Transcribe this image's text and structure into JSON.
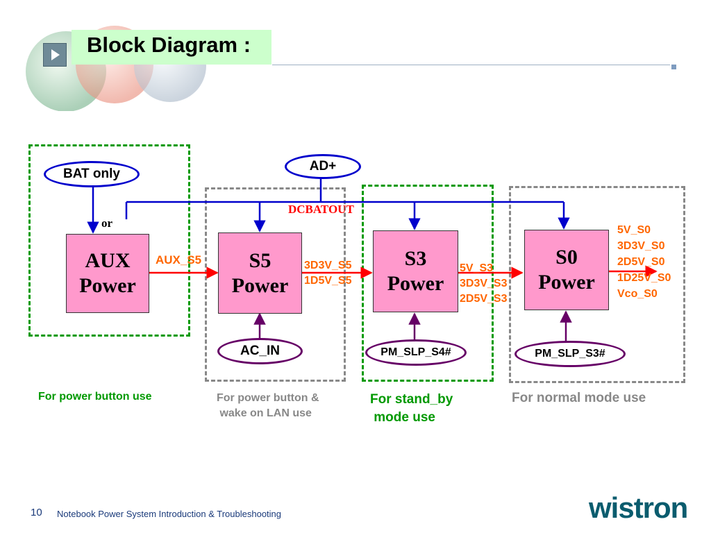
{
  "slide": {
    "title": "Block Diagram :",
    "page_number": "10",
    "footer_text": "Notebook Power System Introduction & Troubleshooting",
    "brand": "wistron"
  },
  "blocks": {
    "aux": "AUX\nPower",
    "s5": "S5\nPower",
    "s3": "S3\nPower",
    "s0": "S0\nPower"
  },
  "inputs": {
    "bat_only": "BAT only",
    "ad_plus": "AD+",
    "or_label": "or",
    "ac_in": "AC_IN",
    "pm_slp_s4": "PM_SLP_S4#",
    "pm_slp_s3": "PM_SLP_S3#"
  },
  "bus_label": "DCBATOUT",
  "outputs": {
    "aux": "AUX_S5",
    "s5": "3D3V_S5\n1D5V_S5",
    "s3": "5V_S3\n3D3V_S3\n2D5V_S3",
    "s0": "5V_S0\n3D3V_S0\n2D5V_S0\n1D25V_S0\nVco_S0"
  },
  "notes": {
    "aux": "For power button use",
    "s5": "For power button &\n wake on LAN use",
    "s3": "For stand_by\n mode use",
    "s0": "For normal mode use"
  },
  "colors": {
    "block_fill": "#ff99cc",
    "title_bg": "#ccffcc",
    "zone_green": "#009900",
    "zone_grey": "#888888",
    "bus_blue": "#0000cc",
    "signal_red": "#ff0000",
    "control_purple": "#660066",
    "output_orange": "#ff6600"
  }
}
